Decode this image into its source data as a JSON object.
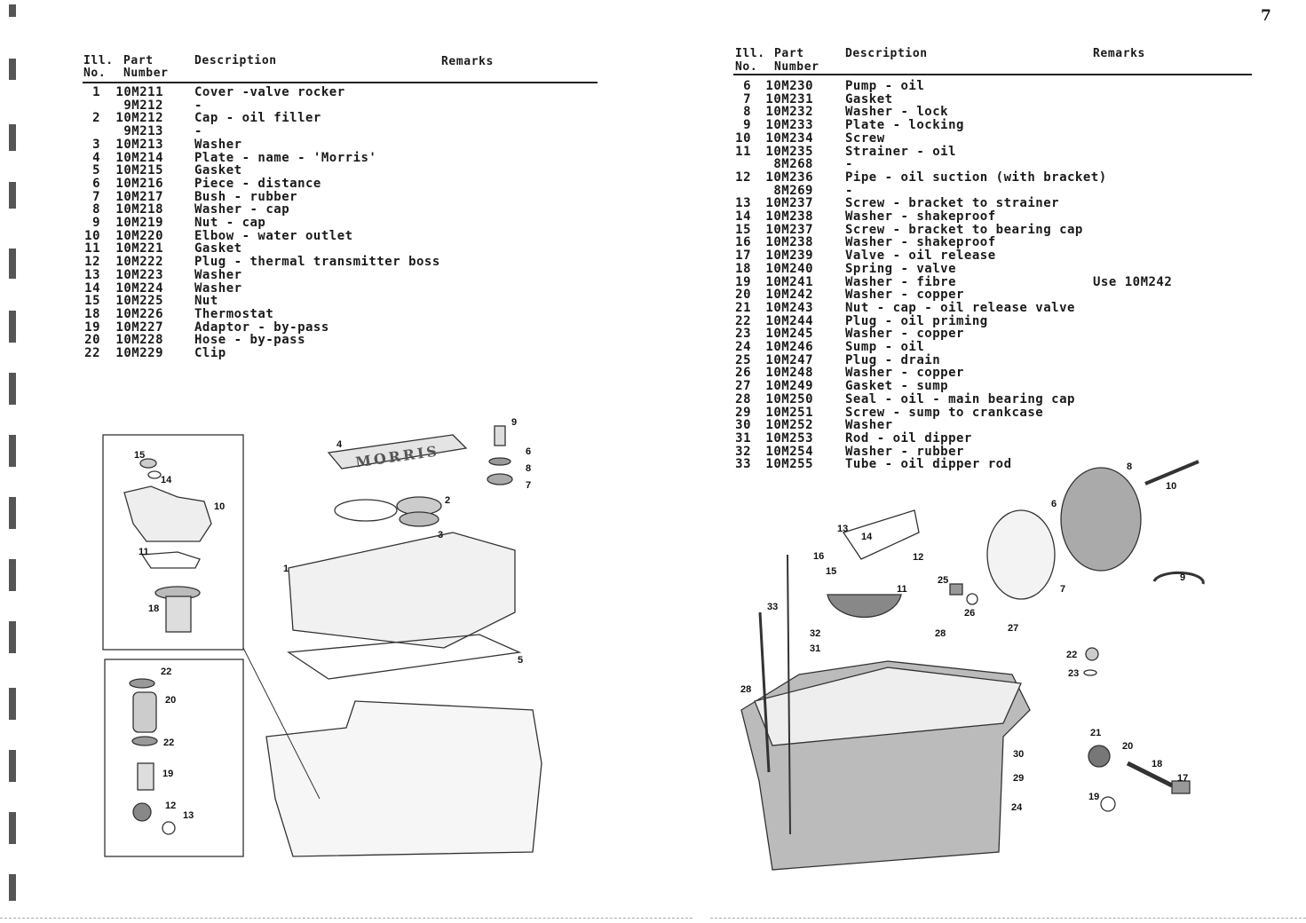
{
  "page_number": "7",
  "left_table": {
    "headers": {
      "ill_no_1": "Ill.",
      "ill_no_2": "No.",
      "part_1": "Part",
      "part_2": "Number",
      "description": "Description",
      "remarks": "Remarks"
    },
    "rows": [
      {
        "no": "1",
        "part": "10M211",
        "desc": "Cover -valve rocker",
        "remarks": ""
      },
      {
        "no": "",
        "part": "9M212",
        "desc": "-",
        "remarks": ""
      },
      {
        "no": "2",
        "part": "10M212",
        "desc": "Cap - oil filler",
        "remarks": ""
      },
      {
        "no": "",
        "part": "9M213",
        "desc": "-",
        "remarks": ""
      },
      {
        "no": "3",
        "part": "10M213",
        "desc": "Washer",
        "remarks": ""
      },
      {
        "no": "4",
        "part": "10M214",
        "desc": "Plate - name - 'Morris'",
        "remarks": ""
      },
      {
        "no": "5",
        "part": "10M215",
        "desc": "Gasket",
        "remarks": ""
      },
      {
        "no": "6",
        "part": "10M216",
        "desc": "Piece - distance",
        "remarks": ""
      },
      {
        "no": "7",
        "part": "10M217",
        "desc": "Bush - rubber",
        "remarks": ""
      },
      {
        "no": "8",
        "part": "10M218",
        "desc": "Washer - cap",
        "remarks": ""
      },
      {
        "no": "9",
        "part": "10M219",
        "desc": "Nut - cap",
        "remarks": ""
      },
      {
        "no": "10",
        "part": "10M220",
        "desc": "Elbow - water outlet",
        "remarks": ""
      },
      {
        "no": "11",
        "part": "10M221",
        "desc": "Gasket",
        "remarks": ""
      },
      {
        "no": "12",
        "part": "10M222",
        "desc": "Plug - thermal transmitter boss",
        "remarks": ""
      },
      {
        "no": "13",
        "part": "10M223",
        "desc": "Washer",
        "remarks": ""
      },
      {
        "no": "14",
        "part": "10M224",
        "desc": "Washer",
        "remarks": ""
      },
      {
        "no": "15",
        "part": "10M225",
        "desc": "Nut",
        "remarks": ""
      },
      {
        "no": "18",
        "part": "10M226",
        "desc": "Thermostat",
        "remarks": ""
      },
      {
        "no": "19",
        "part": "10M227",
        "desc": "Adaptor - by-pass",
        "remarks": ""
      },
      {
        "no": "20",
        "part": "10M228",
        "desc": "Hose - by-pass",
        "remarks": ""
      },
      {
        "no": "22",
        "part": "10M229",
        "desc": "Clip",
        "remarks": ""
      }
    ]
  },
  "right_table": {
    "headers": {
      "ill_no_1": "Ill.",
      "ill_no_2": "No.",
      "part_1": "Part",
      "part_2": "Number",
      "description": "Description",
      "remarks": "Remarks"
    },
    "rows": [
      {
        "no": "6",
        "part": "10M230",
        "desc": "Pump - oil",
        "remarks": ""
      },
      {
        "no": "7",
        "part": "10M231",
        "desc": "Gasket",
        "remarks": ""
      },
      {
        "no": "8",
        "part": "10M232",
        "desc": "Washer - lock",
        "remarks": ""
      },
      {
        "no": "9",
        "part": "10M233",
        "desc": "Plate - locking",
        "remarks": ""
      },
      {
        "no": "10",
        "part": "10M234",
        "desc": "Screw",
        "remarks": ""
      },
      {
        "no": "11",
        "part": "10M235",
        "desc": "Strainer - oil",
        "remarks": ""
      },
      {
        "no": "",
        "part": "8M268",
        "desc": "-",
        "remarks": ""
      },
      {
        "no": "12",
        "part": "10M236",
        "desc": "Pipe - oil suction (with bracket)",
        "remarks": ""
      },
      {
        "no": "",
        "part": "8M269",
        "desc": "-",
        "remarks": ""
      },
      {
        "no": "13",
        "part": "10M237",
        "desc": "Screw - bracket to strainer",
        "remarks": ""
      },
      {
        "no": "14",
        "part": "10M238",
        "desc": "Washer - shakeproof",
        "remarks": ""
      },
      {
        "no": "15",
        "part": "10M237",
        "desc": "Screw - bracket to bearing cap",
        "remarks": ""
      },
      {
        "no": "16",
        "part": "10M238",
        "desc": "Washer - shakeproof",
        "remarks": ""
      },
      {
        "no": "17",
        "part": "10M239",
        "desc": "Valve - oil release",
        "remarks": ""
      },
      {
        "no": "18",
        "part": "10M240",
        "desc": "Spring - valve",
        "remarks": ""
      },
      {
        "no": "19",
        "part": "10M241",
        "desc": "Washer - fibre",
        "remarks": "Use 10M242"
      },
      {
        "no": "20",
        "part": "10M242",
        "desc": "Washer - copper",
        "remarks": ""
      },
      {
        "no": "21",
        "part": "10M243",
        "desc": "Nut - cap - oil release valve",
        "remarks": ""
      },
      {
        "no": "22",
        "part": "10M244",
        "desc": "Plug - oil priming",
        "remarks": ""
      },
      {
        "no": "23",
        "part": "10M245",
        "desc": "Washer - copper",
        "remarks": ""
      },
      {
        "no": "24",
        "part": "10M246",
        "desc": "Sump - oil",
        "remarks": ""
      },
      {
        "no": "25",
        "part": "10M247",
        "desc": "Plug - drain",
        "remarks": ""
      },
      {
        "no": "26",
        "part": "10M248",
        "desc": "Washer - copper",
        "remarks": ""
      },
      {
        "no": "27",
        "part": "10M249",
        "desc": "Gasket - sump",
        "remarks": ""
      },
      {
        "no": "28",
        "part": "10M250",
        "desc": "Seal - oil - main bearing cap",
        "remarks": ""
      },
      {
        "no": "29",
        "part": "10M251",
        "desc": "Screw - sump to crankcase",
        "remarks": ""
      },
      {
        "no": "30",
        "part": "10M252",
        "desc": "Washer",
        "remarks": ""
      },
      {
        "no": "31",
        "part": "10M253",
        "desc": "Rod - oil dipper",
        "remarks": ""
      },
      {
        "no": "32",
        "part": "10M254",
        "desc": "Washer - rubber",
        "remarks": ""
      },
      {
        "no": "33",
        "part": "10M255",
        "desc": "Tube - oil dipper rod",
        "remarks": ""
      }
    ]
  },
  "left_diagram": {
    "nameplate": "MORRIS",
    "callouts": [
      "15",
      "14",
      "10",
      "11",
      "18",
      "22",
      "20",
      "22",
      "19",
      "12",
      "13",
      "4",
      "9",
      "6",
      "8",
      "7",
      "2",
      "3",
      "1",
      "5"
    ]
  },
  "right_diagram": {
    "callouts": [
      "8",
      "10",
      "6",
      "13",
      "14",
      "12",
      "16",
      "15",
      "11",
      "25",
      "26",
      "9",
      "7",
      "33",
      "32",
      "31",
      "28",
      "27",
      "22",
      "23",
      "28",
      "30",
      "29",
      "24",
      "21",
      "20",
      "18",
      "17",
      "19"
    ]
  }
}
